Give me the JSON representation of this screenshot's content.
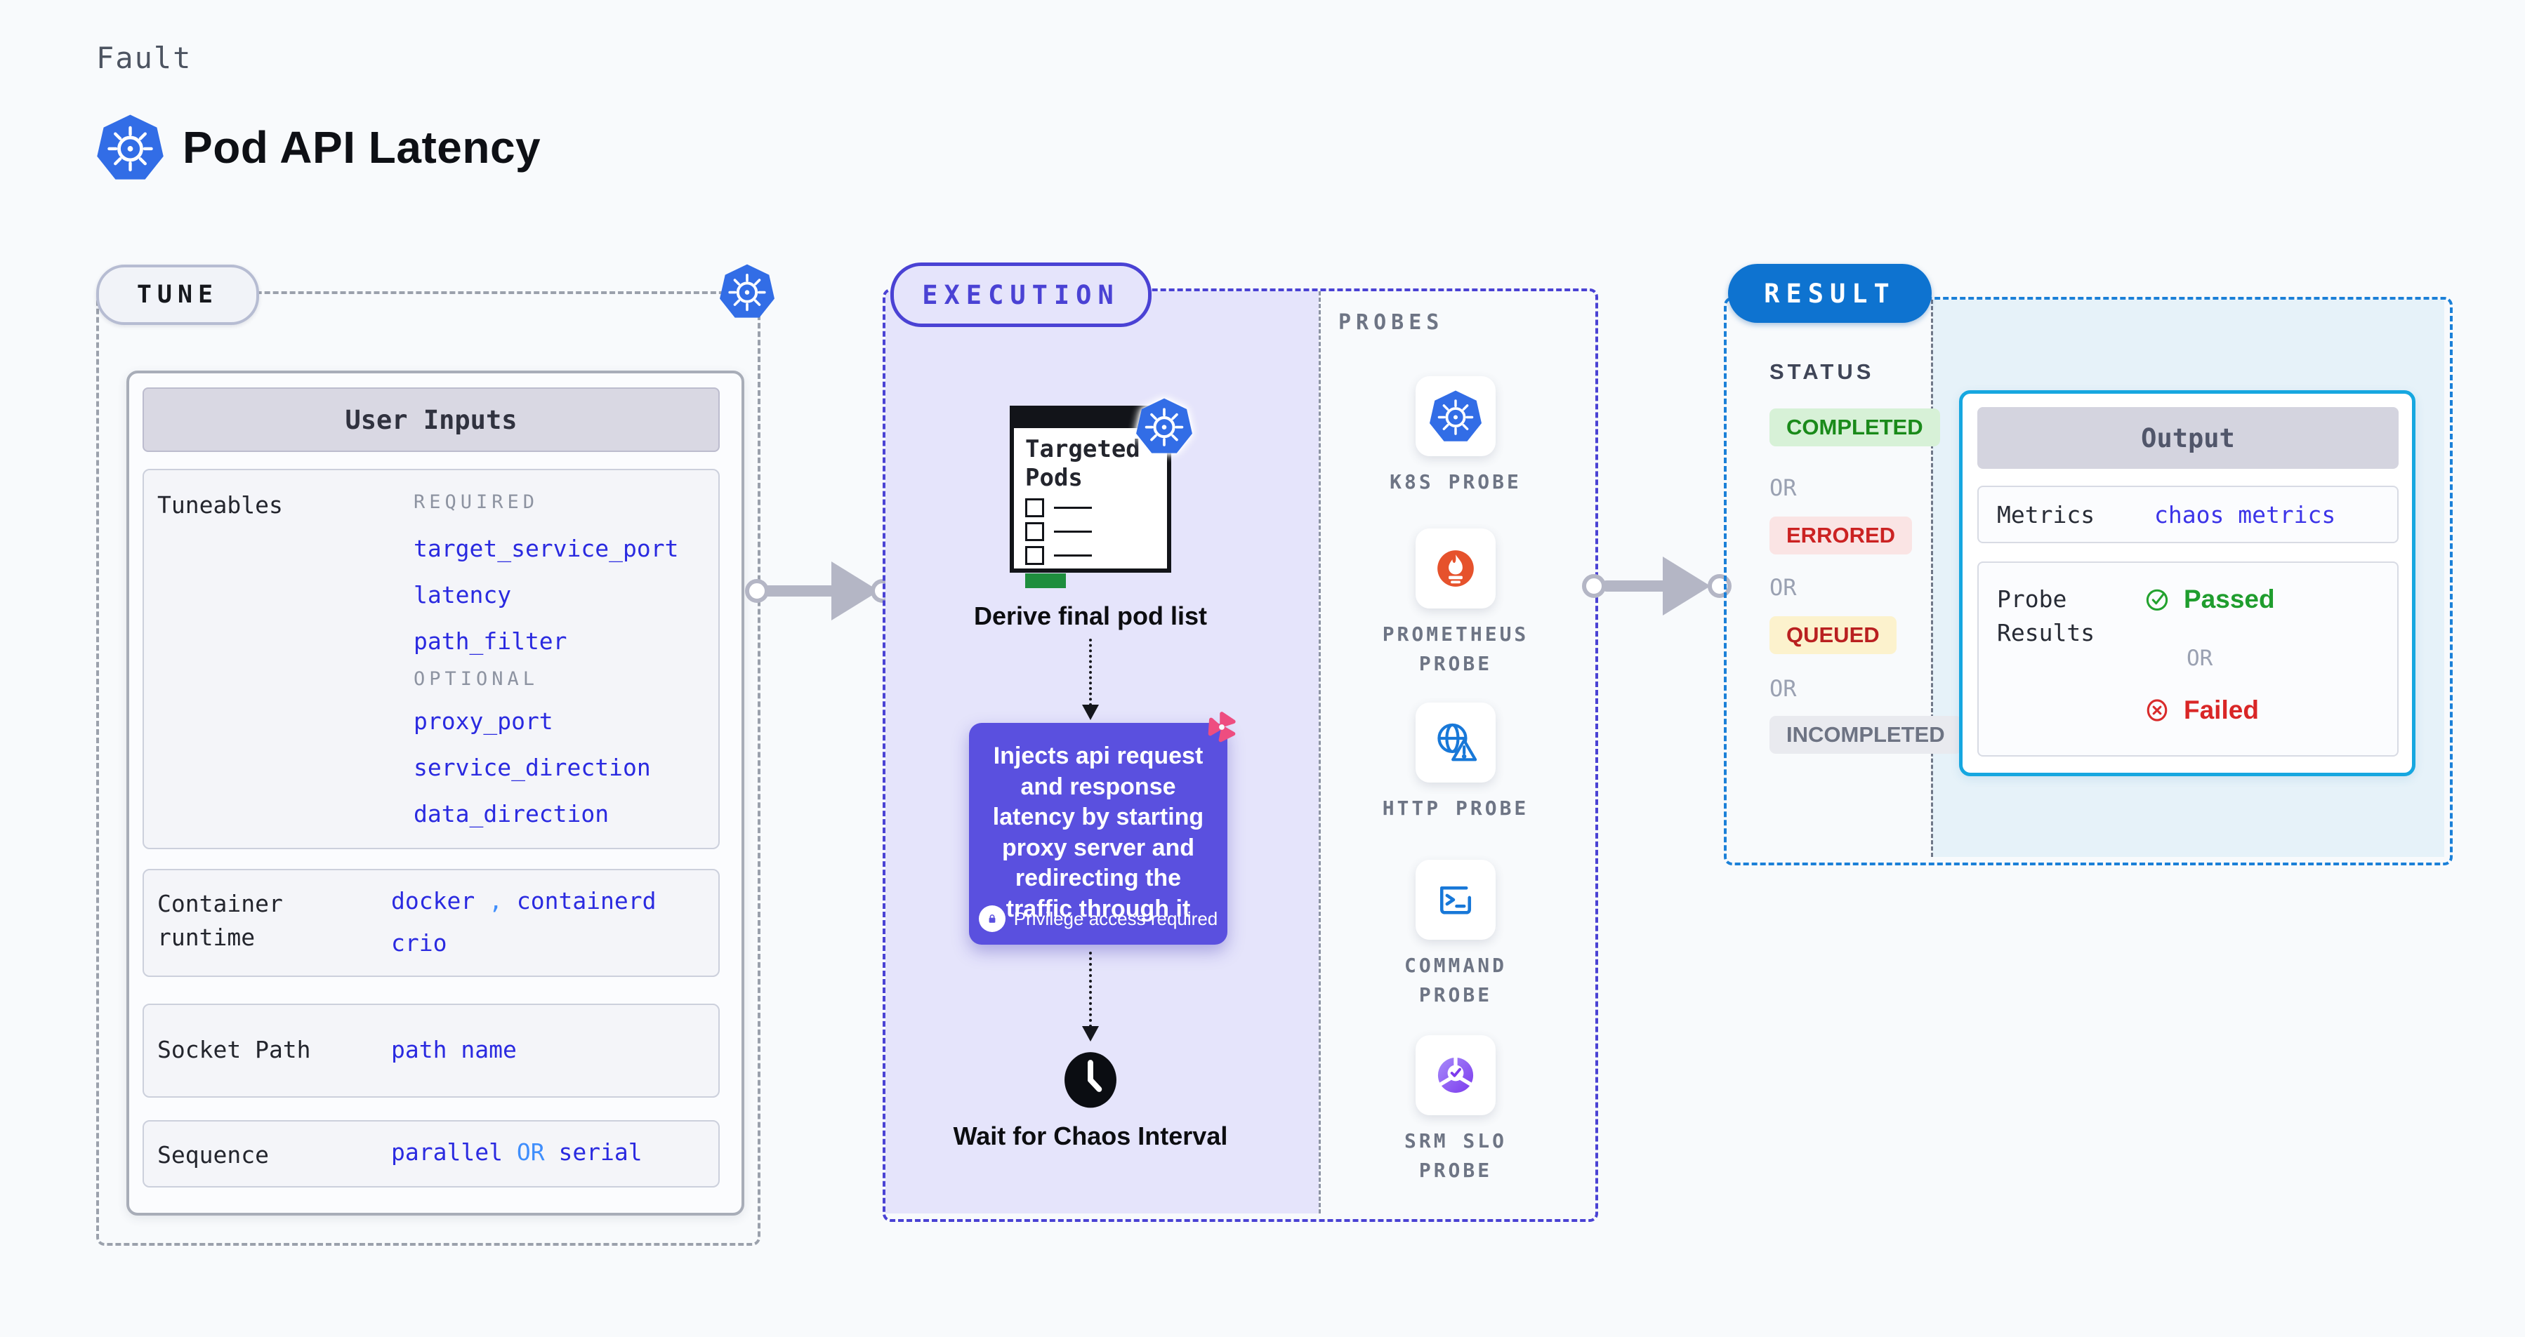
{
  "header": {
    "eyebrow": "Fault",
    "title": "Pod API Latency"
  },
  "tune": {
    "label": "TUNE",
    "user_inputs": {
      "title": "User Inputs",
      "tuneables": {
        "label": "Tuneables",
        "required_label": "REQUIRED",
        "required": [
          "target_service_port",
          "latency",
          "path_filter"
        ],
        "optional_label": "OPTIONAL",
        "optional": [
          "proxy_port",
          "service_direction",
          "data_direction"
        ]
      },
      "container_runtime": {
        "label": "Container runtime",
        "value_1": "docker",
        "separator": ",",
        "value_2": "containerd",
        "value_3": "crio"
      },
      "socket_path": {
        "label": "Socket Path",
        "value": "path name"
      },
      "sequence": {
        "label": "Sequence",
        "value_a": "parallel",
        "or": "OR",
        "value_b": "serial"
      }
    }
  },
  "execution": {
    "label": "EXECUTION",
    "targeted_pods_title": "Targeted Pods",
    "derive_caption": "Derive final pod list",
    "inject_text": "Injects api request and response latency by starting proxy server and redirecting the traffic through it",
    "privilege_note": "Privilege access required",
    "wait_caption": "Wait for Chaos Interval"
  },
  "probes": {
    "title": "PROBES",
    "items": [
      {
        "label": "K8S PROBE",
        "icon": "kubernetes-icon"
      },
      {
        "label": "PROMETHEUS PROBE",
        "icon": "prometheus-icon"
      },
      {
        "label": "HTTP PROBE",
        "icon": "globe-warning-icon"
      },
      {
        "label": "COMMAND PROBE",
        "icon": "terminal-icon"
      },
      {
        "label": "SRM SLO PROBE",
        "icon": "slo-donut-icon"
      }
    ]
  },
  "result": {
    "label": "RESULT",
    "status": {
      "title": "STATUS",
      "or": "OR",
      "badges": [
        {
          "label": "COMPLETED",
          "type": "success"
        },
        {
          "label": "ERRORED",
          "type": "error"
        },
        {
          "label": "QUEUED",
          "type": "warning"
        },
        {
          "label": "INCOMPLETED",
          "type": "neutral"
        }
      ]
    },
    "output": {
      "title": "Output",
      "metrics_label": "Metrics",
      "metrics_value": "chaos metrics",
      "probe_results_label": "Probe Results",
      "passed": "Passed",
      "or": "OR",
      "failed": "Failed"
    }
  },
  "colors": {
    "kubernetes_blue": "#326de6",
    "indigo_accent": "#4a42d4",
    "param_blue": "#2a2ae0",
    "separator_blue": "#3f8efc",
    "result_blue": "#0e73d0",
    "output_border_cyan": "#16a7e0",
    "inject_purple": "#5a50df",
    "litmus_pink": "#ee4d80",
    "prometheus_orange": "#e6522c",
    "success_green": "#1a8a1a",
    "error_red": "#cb2222",
    "queued_yellow_bg": "#fcf2cd",
    "pods_green_bar": "#1e8e3e"
  }
}
